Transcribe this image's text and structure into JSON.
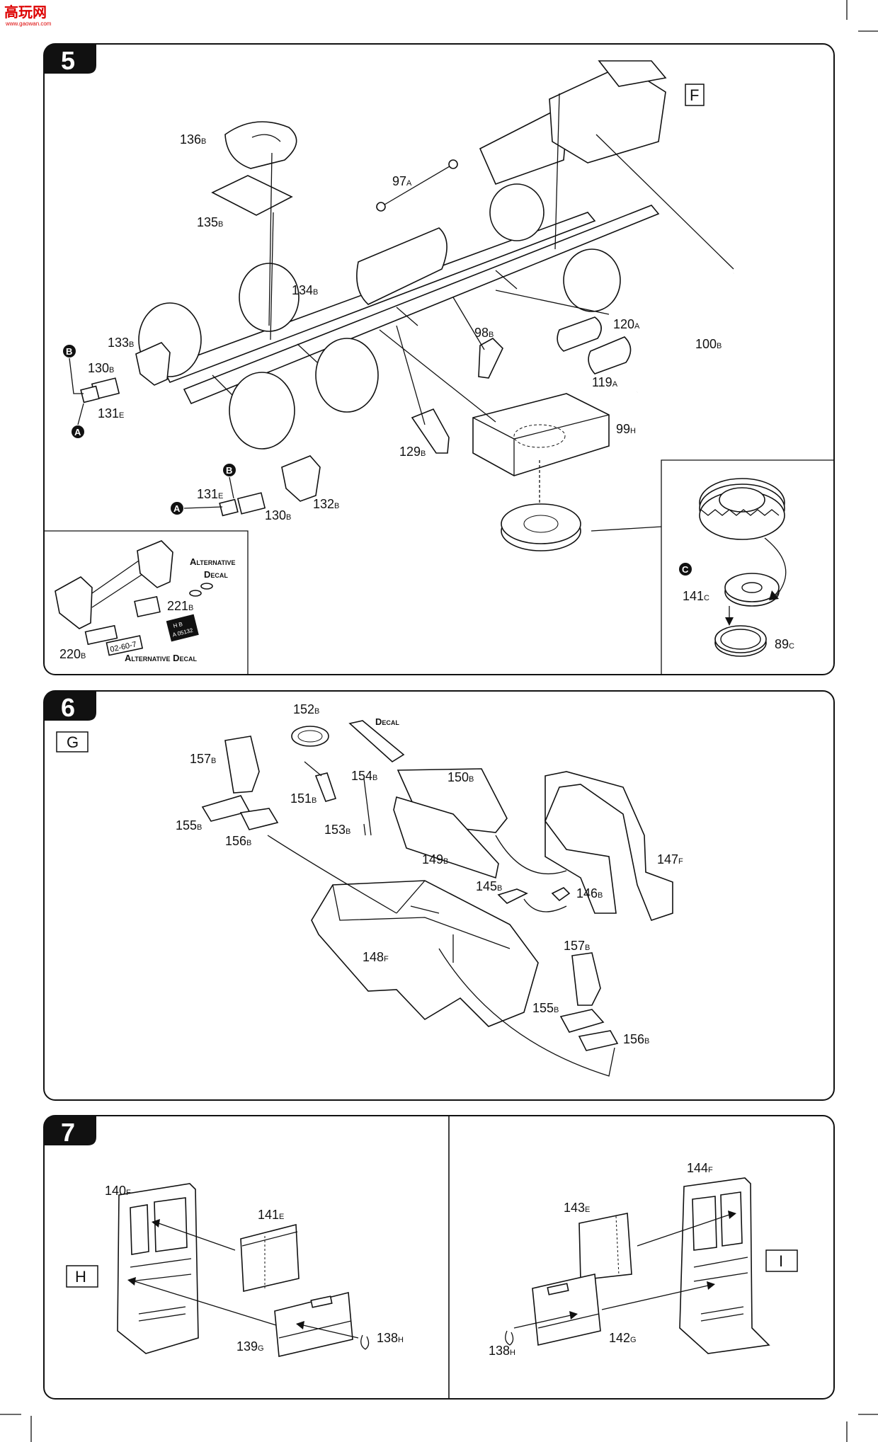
{
  "watermark": {
    "main": "高玩网",
    "sub": "www.gaowan.com"
  },
  "steps": [
    {
      "number": "5"
    },
    {
      "number": "6"
    },
    {
      "number": "7"
    }
  ],
  "step5": {
    "subassembly_box": "F",
    "labels": {
      "p136": "136",
      "p136s": "B",
      "p135": "135",
      "p135s": "B",
      "p97": "97",
      "p97s": "A",
      "p134": "134",
      "p134s": "B",
      "p133": "133",
      "p133s": "B",
      "p130a": "130",
      "p130as": "B",
      "p131a": "131",
      "p131as": "E",
      "p98": "98",
      "p98s": "B",
      "p120": "120",
      "p120s": "A",
      "p100": "100",
      "p100s": "B",
      "p119": "119",
      "p119s": "A",
      "p99": "99",
      "p99s": "H",
      "p129": "129",
      "p129s": "B",
      "p131b": "131",
      "p131bs": "E",
      "p130b": "130",
      "p130bs": "B",
      "p132": "132",
      "p132s": "B",
      "p221": "221",
      "p221s": "B",
      "p220": "220",
      "p220s": "B",
      "p141": "141",
      "p141s": "C",
      "p89": "89",
      "p89s": "C"
    },
    "badges": {
      "a": "A",
      "b": "B",
      "c": "C"
    },
    "alt_decal_1_line1": "Alternative",
    "alt_decal_1_line2": "Decal",
    "alt_decal_2": "Alternative Decal",
    "plate_1": "02-60-7",
    "plate_2_line1": "H B",
    "plate_2_line2": "A 05132"
  },
  "step6": {
    "subassembly_box": "G",
    "decal_note": "Decal",
    "labels": {
      "p152": "152",
      "p152s": "B",
      "p157a": "157",
      "p157as": "B",
      "p154": "154",
      "p154s": "B",
      "p150": "150",
      "p150s": "B",
      "p151": "151",
      "p151s": "B",
      "p155a": "155",
      "p155as": "B",
      "p153": "153",
      "p153s": "B",
      "p156a": "156",
      "p156as": "B",
      "p149": "149",
      "p149s": "B",
      "p147": "147",
      "p147s": "F",
      "p145": "145",
      "p145s": "B",
      "p146": "146",
      "p146s": "B",
      "p148": "148",
      "p148s": "F",
      "p157b": "157",
      "p157bs": "B",
      "p155b": "155",
      "p155bs": "B",
      "p156b": "156",
      "p156bs": "B"
    }
  },
  "step7": {
    "left_box": "H",
    "right_box": "I",
    "labels": {
      "p140": "140",
      "p140s": "F",
      "p141": "141",
      "p141s": "E",
      "p139": "139",
      "p139s": "G",
      "p138a": "138",
      "p138as": "H",
      "p144": "144",
      "p144s": "F",
      "p143": "143",
      "p143s": "E",
      "p138b": "138",
      "p138bs": "H",
      "p142": "142",
      "p142s": "G"
    }
  }
}
